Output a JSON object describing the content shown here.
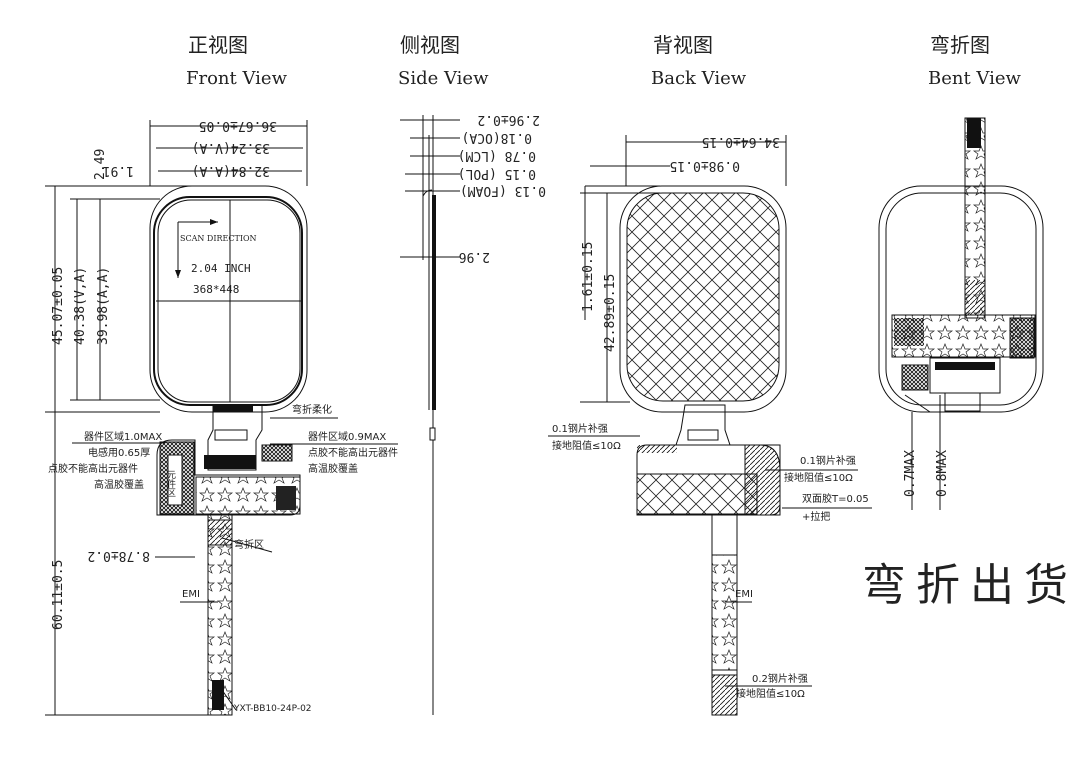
{
  "views": {
    "front": {
      "title_cn": "正视图",
      "title_en": "Front View"
    },
    "side": {
      "title_cn": "侧视图",
      "title_en": "Side View"
    },
    "back": {
      "title_cn": "背视图",
      "title_en": "Back View"
    },
    "bent": {
      "title_cn": "弯折图",
      "title_en": "Bent View"
    }
  },
  "front": {
    "dim_width_outer": "36.67±0.05",
    "dim_width_va": "33.24(V.A)",
    "dim_width_aa": "32.84(A.A)",
    "dim_left_gap": "1.91",
    "dim_top_gap": "2.49",
    "dim_height_outer": "45.07±0.05",
    "dim_height_va": "40.38(V,A)",
    "dim_height_aa": "39.98(A,A)",
    "dim_total_length": "60.11±0.5",
    "dim_fpc_offset": "8.78±0.2",
    "scan_direction": "SCAN DIRECTION",
    "size": "2.04 INCH",
    "resolution": "368*448",
    "note_bend_soften": "弯折柔化",
    "note_left": [
      "器件区域1.0MAX",
      "电感用0.65厚",
      "点胶不能高出元器件",
      "高温胶覆盖"
    ],
    "note_right": [
      "器件区域0.9MAX",
      "点胶不能高出元器件",
      "高温胶覆盖"
    ],
    "component_area": "元件区",
    "bend_area": "弯折区",
    "emi": "EMI",
    "connector": "YXT-BB10-24P-02"
  },
  "side": {
    "dim_total": "2.96±0.2",
    "dim_oca": "0.18(OCA)",
    "dim_lcm": "0.78 (LCM)",
    "dim_pol": "0.15 (POL)",
    "dim_foam": "0.13 (FOAM)",
    "dim_thickness": "2.96"
  },
  "back": {
    "dim_width": "34.64±0.15",
    "dim_edge": "0.98±0.15",
    "dim_top": "1.61±0.15",
    "dim_height": "42.89±0.15",
    "note_stiffener_left": [
      "0.1钢片补强",
      "接地阻值≤10Ω"
    ],
    "note_stiffener_right": [
      "0.1钢片补强",
      "接地阻值≤10Ω"
    ],
    "note_tape": [
      "双面胶T=0.05",
      "+拉把"
    ],
    "emi": "EMI",
    "note_stiffener_tail": [
      "0.2钢片补强",
      "接地阻值≤10Ω"
    ]
  },
  "bent": {
    "dim_a": "0.7MAX",
    "dim_b": "0.8MAX",
    "shipping_note": "弯折出货"
  }
}
